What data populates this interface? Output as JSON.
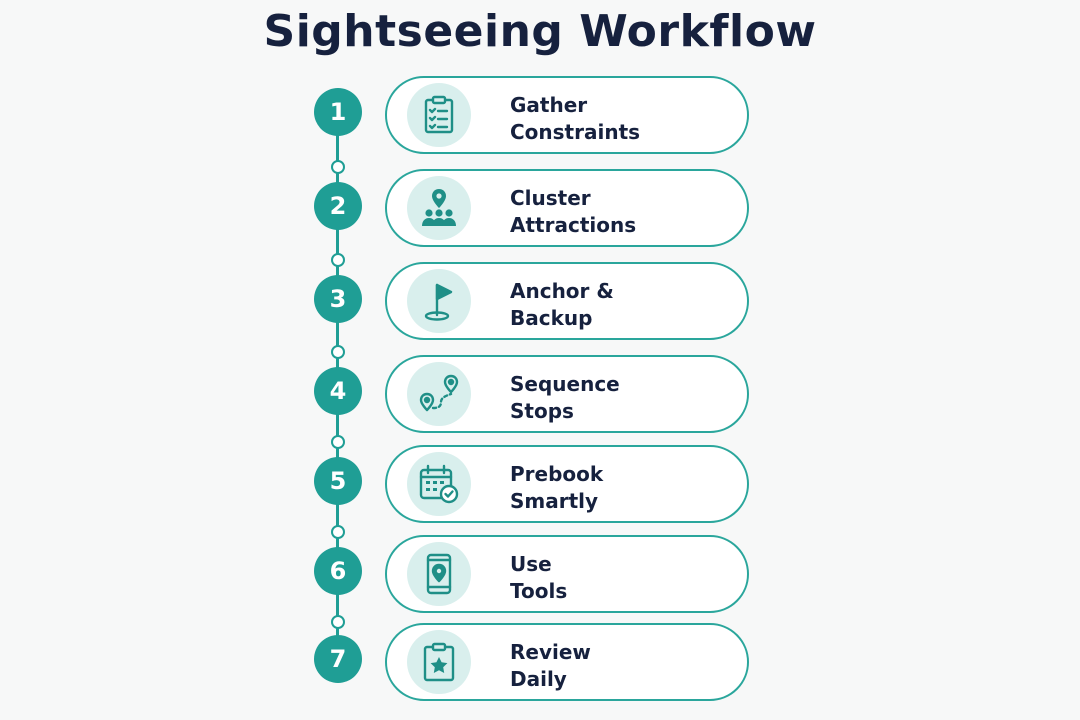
{
  "title": "Sightseeing Workflow",
  "colors": {
    "accent": "#1f9e95",
    "icon_bg": "#d9efed",
    "text": "#16213e"
  },
  "steps": [
    {
      "number": "1",
      "line1": "Gather",
      "line2": "Constraints",
      "icon": "clipboard-checklist-icon"
    },
    {
      "number": "2",
      "line1": "Cluster",
      "line2": "Attractions",
      "icon": "group-location-icon"
    },
    {
      "number": "3",
      "line1": "Anchor &",
      "line2": "Backup",
      "icon": "flag-icon"
    },
    {
      "number": "4",
      "line1": "Sequence",
      "line2": "Stops",
      "icon": "route-pins-icon"
    },
    {
      "number": "5",
      "line1": "Prebook",
      "line2": "Smartly",
      "icon": "calendar-check-icon"
    },
    {
      "number": "6",
      "line1": "Use",
      "line2": "Tools",
      "icon": "phone-map-icon"
    },
    {
      "number": "7",
      "line1": "Review",
      "line2": "Daily",
      "icon": "clipboard-star-icon"
    }
  ]
}
